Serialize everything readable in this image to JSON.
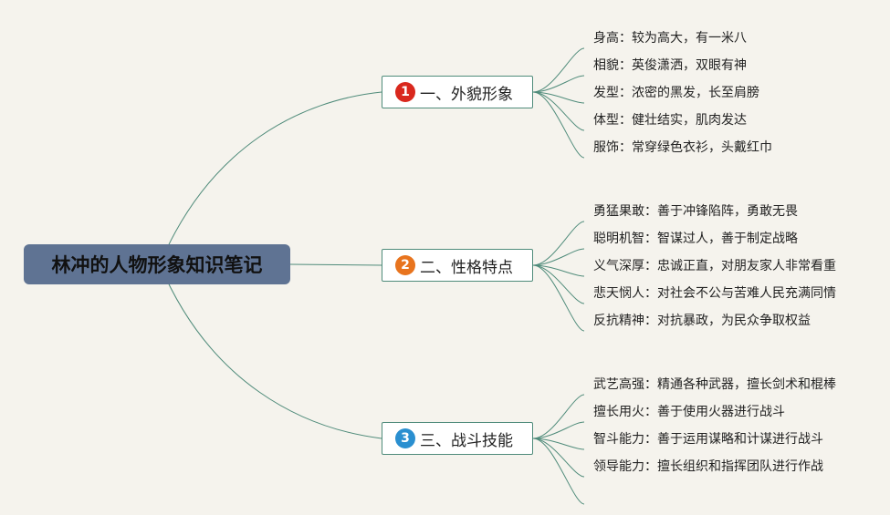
{
  "root": {
    "label": "林冲的人物形象知识笔记"
  },
  "branches": [
    {
      "number": "1",
      "label": "一、外貌形象",
      "badge_color": "#d9281d",
      "leaves": [
        "身高：较为高大，有一米八",
        "相貌：英俊潇洒，双眼有神",
        "发型：浓密的黑发，长至肩膀",
        "体型：健壮结实，肌肉发达",
        "服饰：常穿绿色衣衫，头戴红巾"
      ]
    },
    {
      "number": "2",
      "label": "二、性格特点",
      "badge_color": "#e8741e",
      "leaves": [
        "勇猛果敢：善于冲锋陷阵，勇敢无畏",
        "聪明机智：智谋过人，善于制定战略",
        "义气深厚：忠诚正直，对朋友家人非常看重",
        "悲天悯人：对社会不公与苦难人民充满同情",
        "反抗精神：对抗暴政，为民众争取权益"
      ]
    },
    {
      "number": "3",
      "label": "三、战斗技能",
      "badge_color": "#2a8fd0",
      "leaves": [
        "武艺高强：精通各种武器，擅长剑术和棍棒",
        "擅长用火：善于使用火器进行战斗",
        "智斗能力：善于运用谋略和计谋进行战斗",
        "领导能力：擅长组织和指挥团队进行作战"
      ]
    }
  ],
  "colors": {
    "background": "#f5f3ed",
    "root_fill": "#5f7393",
    "line": "#4f8b7a"
  }
}
